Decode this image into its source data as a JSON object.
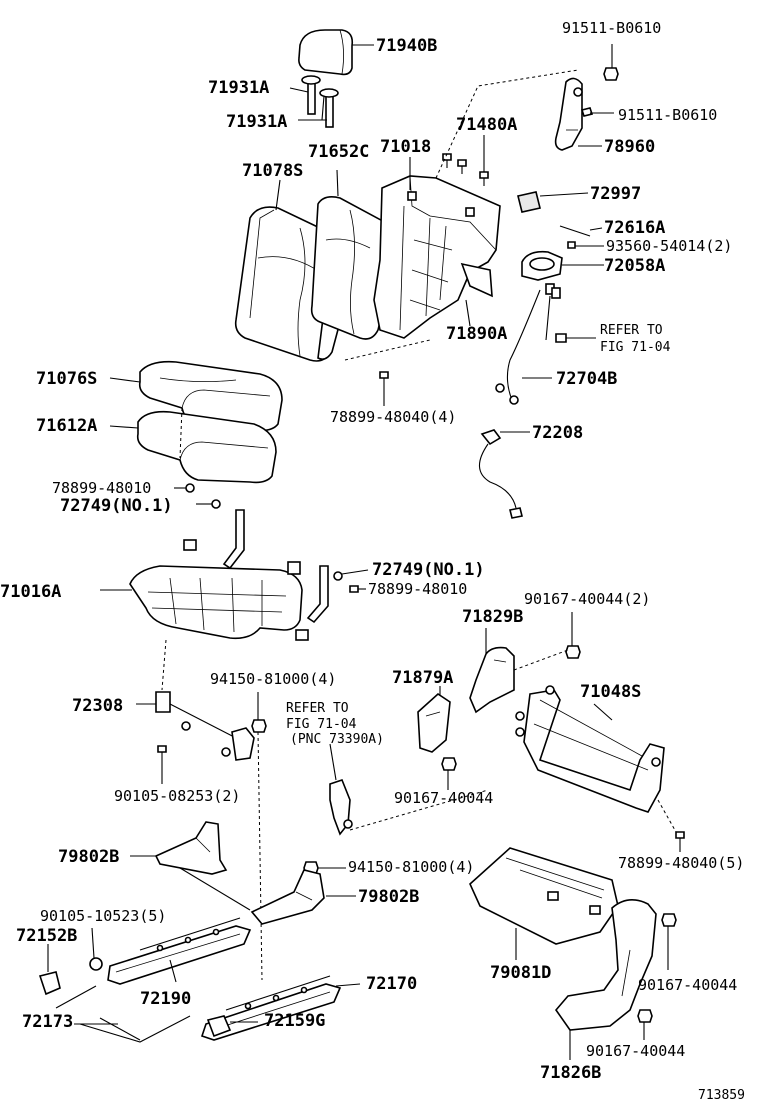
{
  "diagram_id": "713859",
  "labels": {
    "p71940B": "71940B",
    "p71931A_1": "71931A",
    "p71931A_2": "71931A",
    "p91511_1": "91511-B0610",
    "p91511_2": "91511-B0610",
    "p78960": "78960",
    "p71652C": "71652C",
    "p71018": "71018",
    "p71480A": "71480A",
    "p71078S": "71078S",
    "p72997": "72997",
    "p72616A": "72616A",
    "p93560": "93560-54014(2)",
    "p72058A": "72058A",
    "p71890A": "71890A",
    "refer1_a": "REFER TO",
    "refer1_b": "FIG 71-04",
    "p71076S": "71076S",
    "p72704B": "72704B",
    "p78899_40040_4": "78899-48040(4)",
    "p71612A": "71612A",
    "p72208": "72208",
    "p78899_48010_1": "78899-48010",
    "p72749_1": "72749(NO.1)",
    "p72749_2": "72749(NO.1)",
    "p78899_48010_2": "78899-48010",
    "p71016A": "71016A",
    "p90167_2": "90167-40044(2)",
    "p71829B": "71829B",
    "p94150_4a": "94150-81000(4)",
    "p71879A": "71879A",
    "p71048S": "71048S",
    "p72308": "72308",
    "refer2_a": "REFER TO",
    "refer2_b": "FIG 71-04",
    "refer2_c": "(PNC 73390A)",
    "p90105_08253": "90105-08253(2)",
    "p90167_a": "90167-40044",
    "p79802B_1": "79802B",
    "p94150_4b": "94150-81000(4)",
    "p78899_48040_5": "78899-48040(5)",
    "p79802B_2": "79802B",
    "p90105_10523": "90105-10523(5)",
    "p72152B": "72152B",
    "p79081D": "79081D",
    "p72190": "72190",
    "p72170": "72170",
    "p90167_b": "90167-40044",
    "p72173": "72173",
    "p72159G": "72159G",
    "p90167_c": "90167-40044",
    "p71826B": "71826B"
  }
}
